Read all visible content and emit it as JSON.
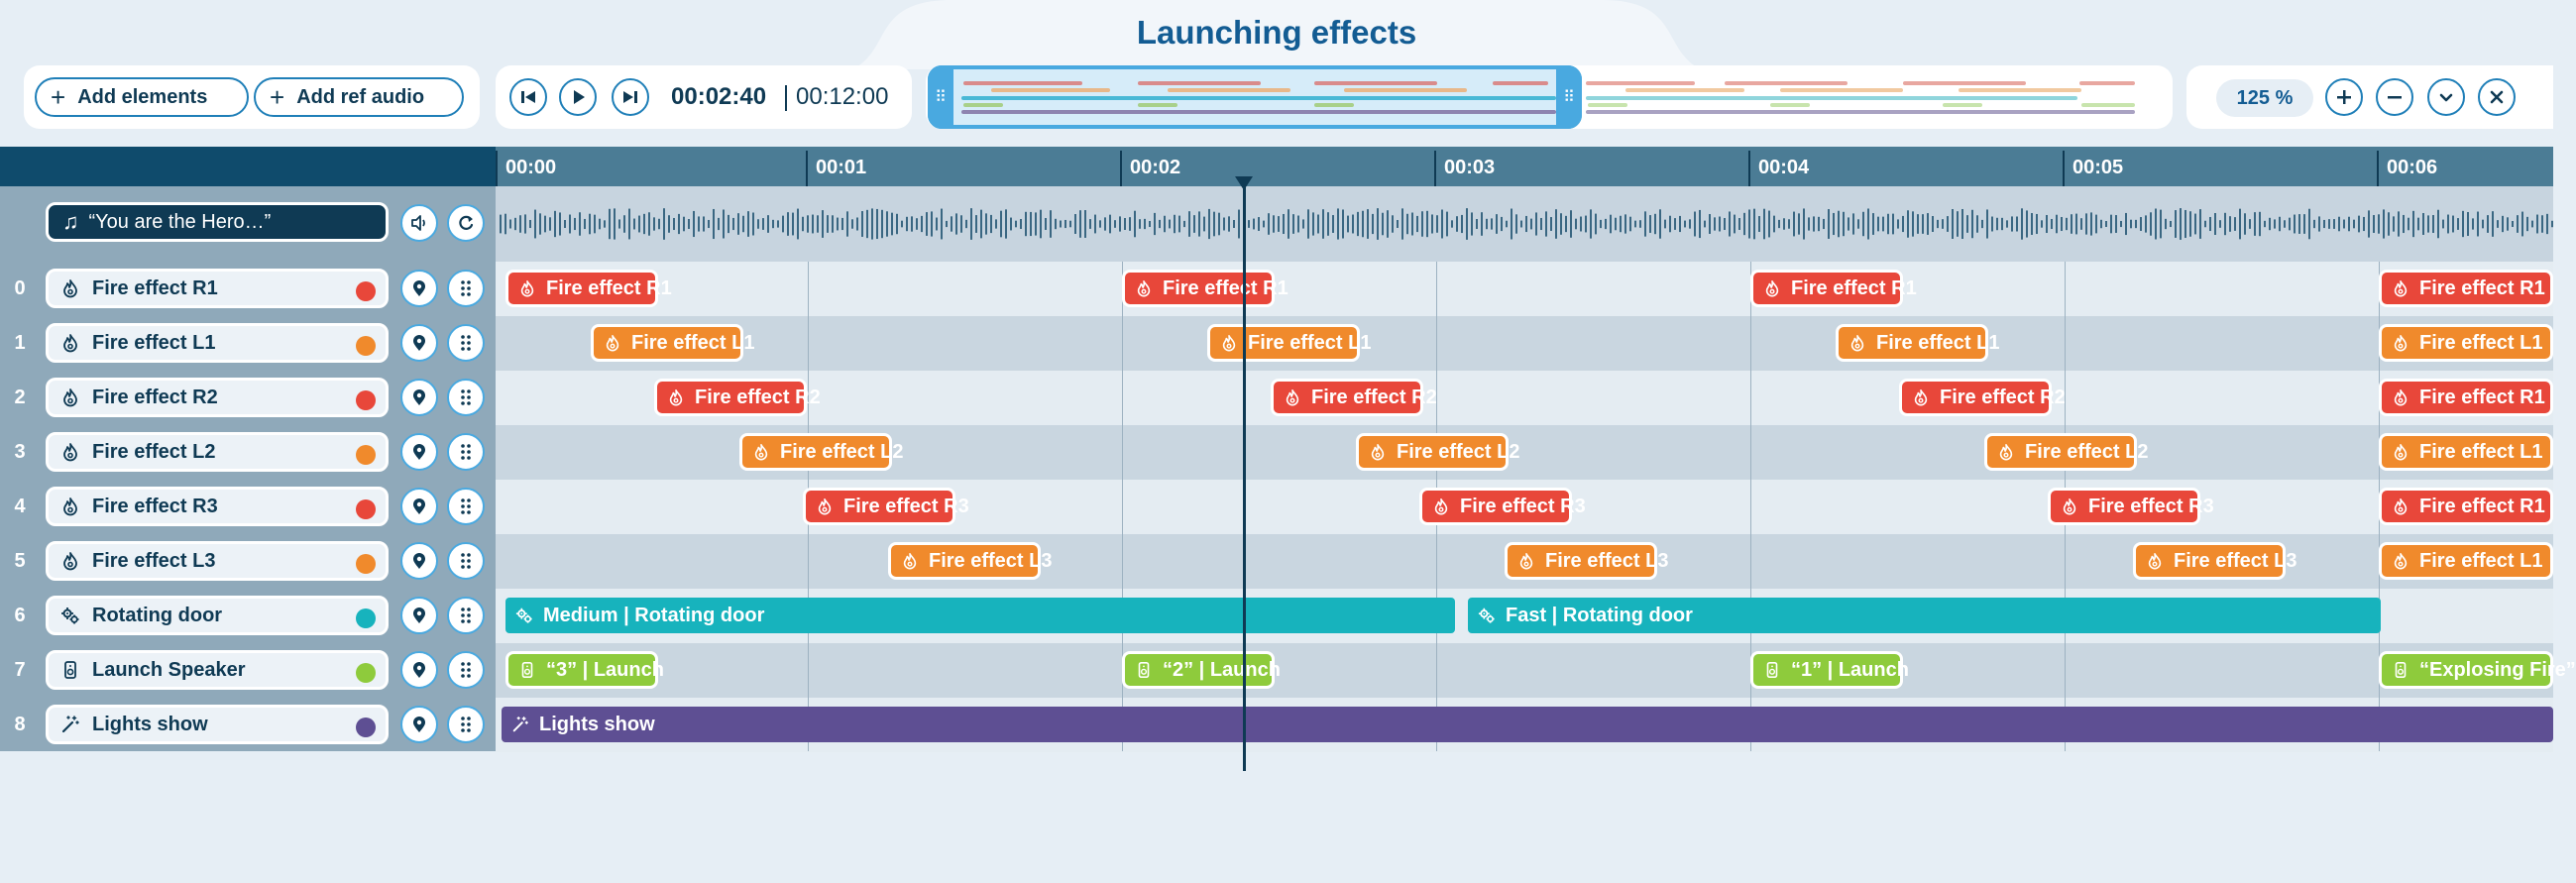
{
  "header": {
    "title": "Launching effects"
  },
  "toolbar": {
    "add_elements": "Add elements",
    "add_ref_audio": "Add ref audio",
    "time_current": "00:02:40",
    "time_total": "00:12:00",
    "zoom": "125 %"
  },
  "ruler": {
    "labels": [
      "00:00",
      "00:01",
      "00:02",
      "00:03",
      "00:04",
      "00:05",
      "00:06"
    ]
  },
  "audio": {
    "track_name": "“You are the Hero…”"
  },
  "tracks": [
    {
      "num": "0",
      "name": "Fire effect R1",
      "color": "#e8473a",
      "icon": "flame-icon"
    },
    {
      "num": "1",
      "name": "Fire effect L1",
      "color": "#f08a2c",
      "icon": "flame-icon"
    },
    {
      "num": "2",
      "name": "Fire effect R2",
      "color": "#e8473a",
      "icon": "flame-icon"
    },
    {
      "num": "3",
      "name": "Fire effect L2",
      "color": "#f08a2c",
      "icon": "flame-icon"
    },
    {
      "num": "4",
      "name": "Fire effect R3",
      "color": "#e8473a",
      "icon": "flame-icon"
    },
    {
      "num": "5",
      "name": "Fire effect L3",
      "color": "#f08a2c",
      "icon": "flame-icon"
    },
    {
      "num": "6",
      "name": "Rotating door",
      "color": "#17b3bd",
      "icon": "gears-icon"
    },
    {
      "num": "7",
      "name": "Launch Speaker",
      "color": "#8ecb3c",
      "icon": "speaker-icon"
    },
    {
      "num": "8",
      "name": "Lights show",
      "color": "#5e4f93",
      "icon": "magic-wand-icon"
    }
  ],
  "clips": {
    "r1": "Fire effect R1",
    "l1": "Fire effect L1",
    "r2": "Fire effect R2",
    "l2": "Fire effect L2",
    "r3": "Fire effect R3",
    "l3": "Fire effect L3",
    "door_medium": "Medium | Rotating door",
    "door_fast": "Fast | Rotating door",
    "speaker_3": "“3” | Launch",
    "speaker_2": "“2” | Launch",
    "speaker_1": "“1” | Launch",
    "speaker_exploding": "“Explosing Fire”",
    "lights": "Lights show"
  },
  "colors": {
    "red": "#e8473a",
    "orange": "#f08a2c",
    "teal": "#17b3bd",
    "green": "#8ecb3c",
    "purple": "#5e4f93",
    "accent": "#135c93"
  }
}
